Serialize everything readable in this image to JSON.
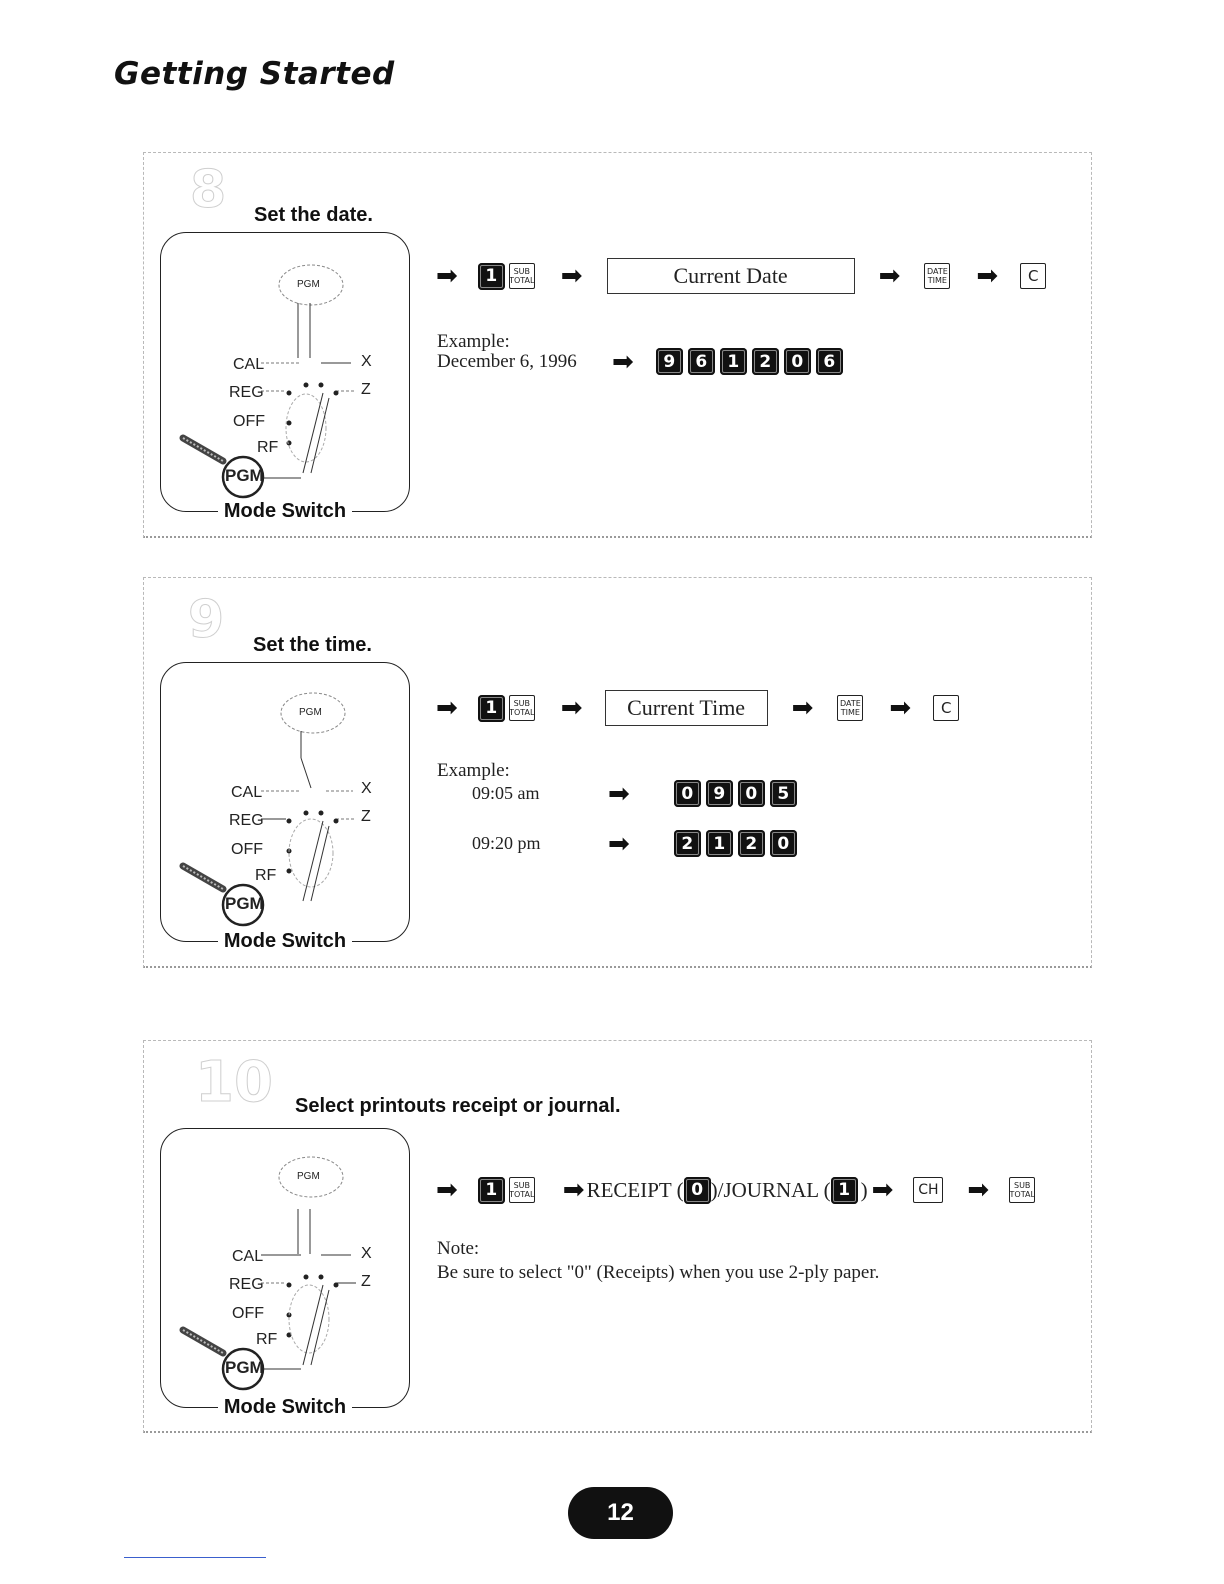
{
  "title": "Getting Started",
  "mode_switch": {
    "caption": "Mode Switch",
    "positions": [
      "CAL",
      "REG",
      "OFF",
      "RF"
    ],
    "right_labels": [
      "X",
      "Z"
    ],
    "key_label": "PGM",
    "top_label": "PGM"
  },
  "steps": [
    {
      "number": "8",
      "title": "Set the date.",
      "sequence": {
        "key1": "1",
        "key2": "SUB TOTAL",
        "entry": "Current Date",
        "key3": "DATE TIME",
        "key4": "C"
      },
      "example_label": "Example:",
      "examples": [
        {
          "text": "December 6, 1996",
          "digits": [
            "9",
            "6",
            "1",
            "2",
            "0",
            "6"
          ]
        }
      ]
    },
    {
      "number": "9",
      "title": "Set the time.",
      "sequence": {
        "key1": "1",
        "key2": "SUB TOTAL",
        "entry": "Current Time",
        "key3": "DATE TIME",
        "key4": "C"
      },
      "example_label": "Example:",
      "examples": [
        {
          "text": "09:05 am",
          "digits": [
            "0",
            "9",
            "0",
            "5"
          ]
        },
        {
          "text": "09:20 pm",
          "digits": [
            "2",
            "1",
            "2",
            "0"
          ]
        }
      ]
    },
    {
      "number": "10",
      "title": "Select printouts receipt or journal.",
      "sequence": {
        "key1": "1",
        "key2": "SUB TOTAL",
        "receipt_label": "RECEIPT (",
        "receipt_key": "0",
        "journal_label": ")/JOURNAL (",
        "journal_key": "1",
        "close": ")",
        "key3": "CH",
        "key4": "SUB TOTAL"
      },
      "note_label": "Note:",
      "note_text": "Be sure to select \"0\" (Receipts) when you use 2-ply paper."
    }
  ],
  "page_number": "12",
  "arrow": "➡"
}
